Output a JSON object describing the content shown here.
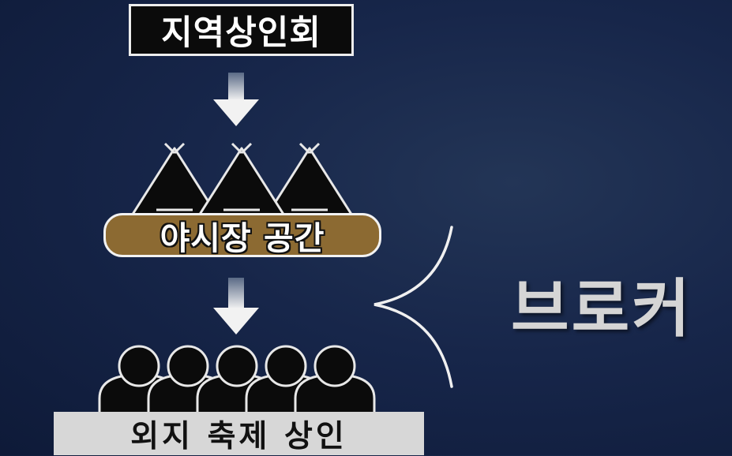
{
  "nodes": {
    "top_label": "지역상인회",
    "middle_label": "야시장 공간",
    "bottom_label": "외지 축제 상인",
    "side_label": "브로커"
  },
  "icons": {
    "tents": "tent-icon",
    "people": "person-icon",
    "arrows": "arrow-down-icon",
    "bracket": "angle-bracket-icon"
  },
  "colors": {
    "background": "#17264a",
    "space_bar": "#8c6a32",
    "bottom_bar": "#d7d7d7",
    "side_label": "#d5d5d5"
  }
}
